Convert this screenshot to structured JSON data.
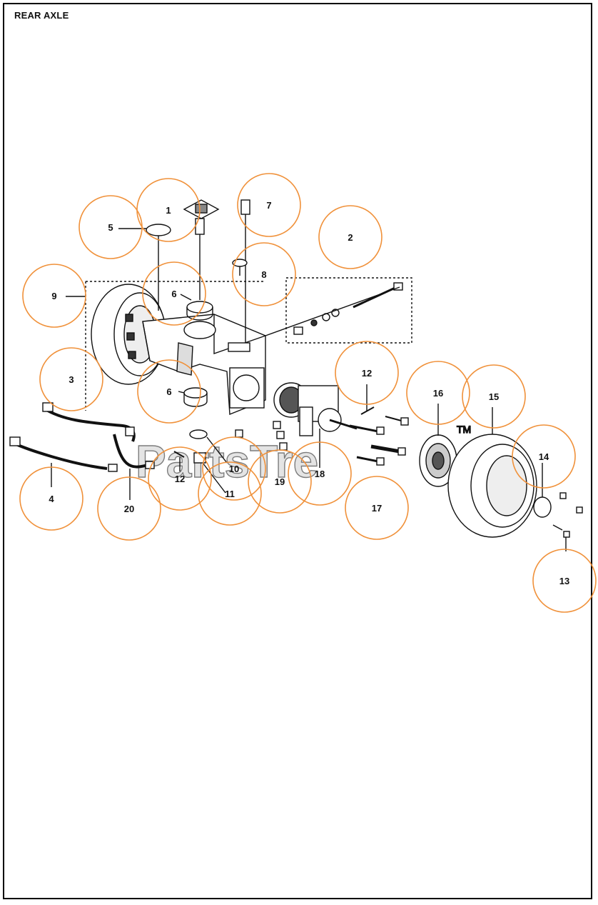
{
  "title": "REAR AXLE",
  "watermark": "PartsTre",
  "watermark_tm": "TM",
  "accent_color": "#F0913A",
  "callouts": [
    {
      "id": "c1",
      "label": "1"
    },
    {
      "id": "c2",
      "label": "2"
    },
    {
      "id": "c3",
      "label": "3"
    },
    {
      "id": "c4",
      "label": "4"
    },
    {
      "id": "c5",
      "label": "5"
    },
    {
      "id": "c6a",
      "label": "6"
    },
    {
      "id": "c6b",
      "label": "6"
    },
    {
      "id": "c7",
      "label": "7"
    },
    {
      "id": "c8",
      "label": "8"
    },
    {
      "id": "c9",
      "label": "9"
    },
    {
      "id": "c10",
      "label": "10"
    },
    {
      "id": "c11",
      "label": "11"
    },
    {
      "id": "c12a",
      "label": "12"
    },
    {
      "id": "c12b",
      "label": "12"
    },
    {
      "id": "c13",
      "label": "13"
    },
    {
      "id": "c14",
      "label": "14"
    },
    {
      "id": "c15",
      "label": "15"
    },
    {
      "id": "c16",
      "label": "16"
    },
    {
      "id": "c17",
      "label": "17"
    },
    {
      "id": "c18",
      "label": "18"
    },
    {
      "id": "c19",
      "label": "19"
    },
    {
      "id": "c20",
      "label": "20"
    }
  ]
}
